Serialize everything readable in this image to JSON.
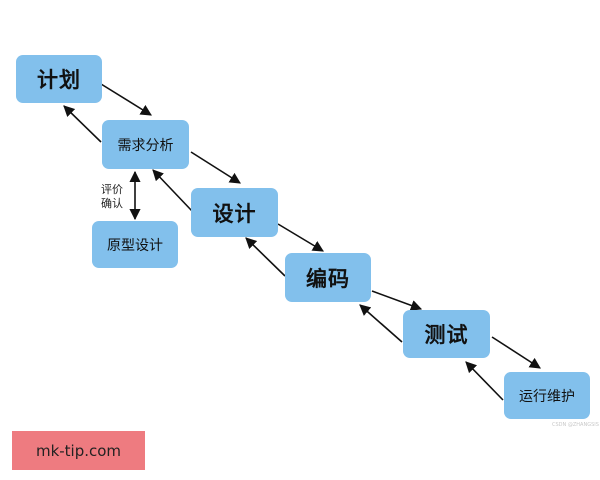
{
  "diagram": {
    "nodes": {
      "plan": "计划",
      "requirements": "需求分析",
      "prototype": "原型设计",
      "design": "设计",
      "coding": "编码",
      "testing": "测试",
      "maintenance": "运行维护"
    },
    "review_label_line1": "评价",
    "review_label_line2": "确认",
    "watermark": "CSDN @ZHANGSIS"
  },
  "footer": {
    "site": "mk-tip.com"
  },
  "colors": {
    "node_fill": "#82c0ec",
    "footer_fill": "#ee7b80",
    "arrow": "#111111"
  }
}
